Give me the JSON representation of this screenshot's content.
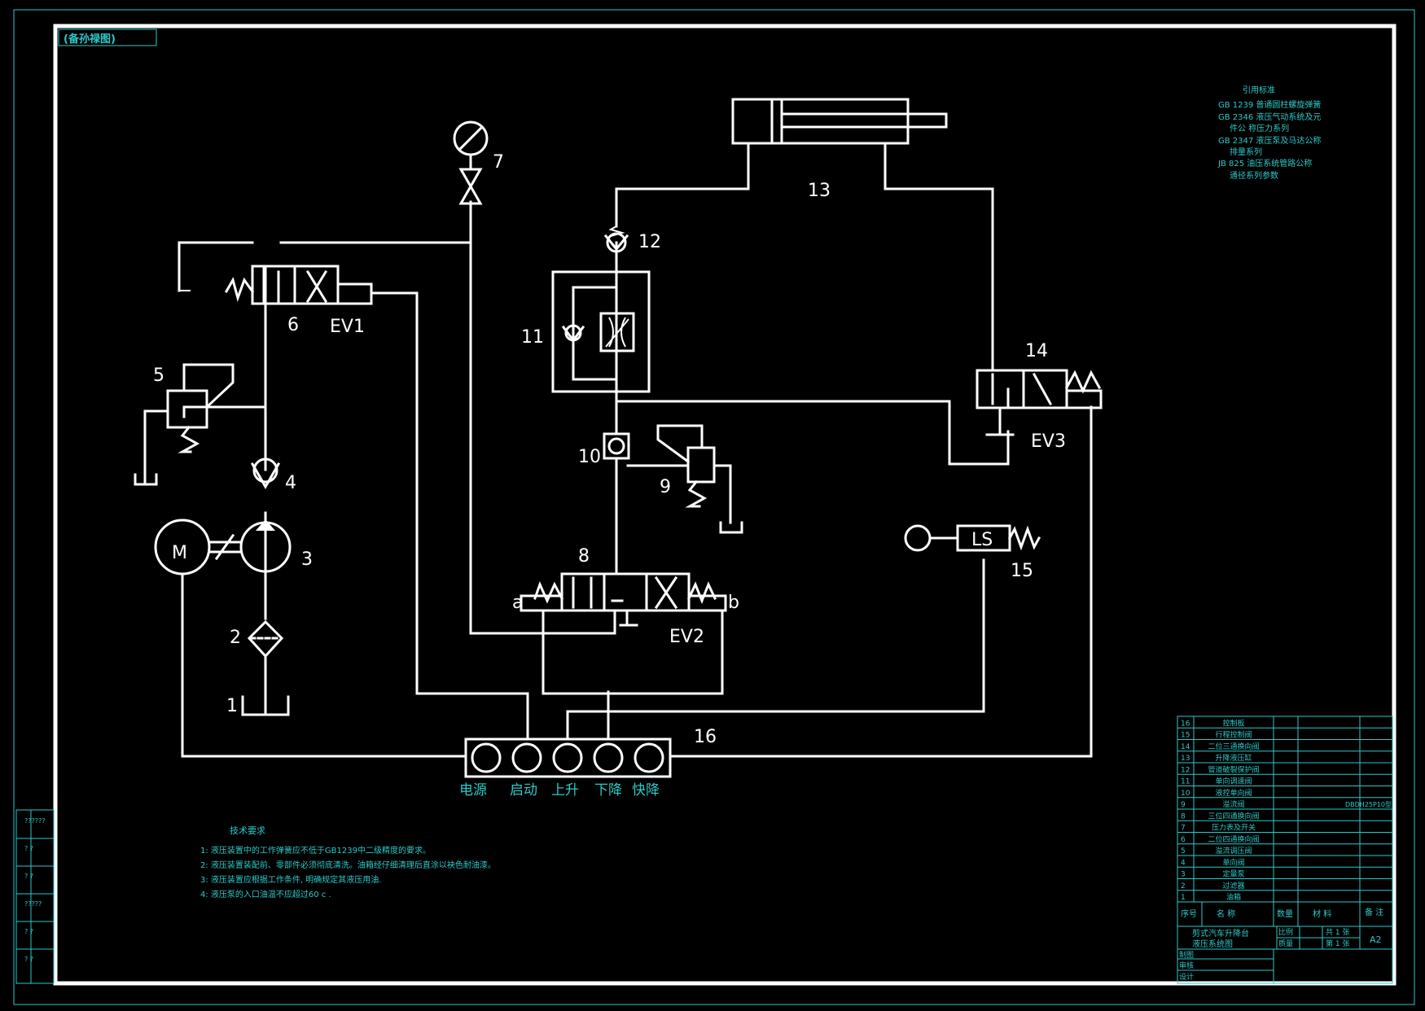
{
  "header_tag": "(备孙禄图)",
  "components": [
    {
      "no": "1",
      "label": "1"
    },
    {
      "no": "2",
      "label": "2"
    },
    {
      "no": "3",
      "label": "3"
    },
    {
      "no": "4",
      "label": "4"
    },
    {
      "no": "5",
      "label": "5"
    },
    {
      "no": "6",
      "label": "6"
    },
    {
      "no": "7",
      "label": "7"
    },
    {
      "no": "8",
      "label": "8"
    },
    {
      "no": "9",
      "label": "9"
    },
    {
      "no": "10",
      "label": "10"
    },
    {
      "no": "11",
      "label": "11"
    },
    {
      "no": "12",
      "label": "12"
    },
    {
      "no": "13",
      "label": "13"
    },
    {
      "no": "14",
      "label": "14"
    },
    {
      "no": "15",
      "label": "15"
    },
    {
      "no": "16",
      "label": "16"
    }
  ],
  "valve_tags": {
    "ev1": "EV1",
    "ev2": "EV2",
    "ev3": "EV3",
    "ls": "LS",
    "motor": "M",
    "port_a": "a",
    "port_b": "b"
  },
  "buttons": [
    "电源",
    "启动",
    "上升",
    "下降",
    "快降"
  ],
  "standards": {
    "title": "引用标准",
    "lines": [
      "GB 1239 普通圆柱螺旋弹簧",
      "GB 2346 液压气动系统及元",
      "件公 称压力系列",
      "GB 2347 液压泵及马达公称",
      "排量系列",
      "JB 825 油压系统管路公称",
      "通径系列参数"
    ]
  },
  "tech_req": {
    "title": "技术要求",
    "items": [
      "1:  液压装置中的工作弹簧应不低于GB1239中二级精度的要求。",
      "2:  液压装置装配前、零部件必须彻底清洗。油箱经仔细清理后直涂以袂色耐油漆。",
      "3:  液压装置应根据工作条件, 明确规定其液压用油.",
      "4:  液压泵的入口油温不应超过60 c ."
    ]
  },
  "bom": {
    "rows": [
      {
        "no": "16",
        "name": "控制板",
        "note": ""
      },
      {
        "no": "15",
        "name": "行程控制阀",
        "note": ""
      },
      {
        "no": "14",
        "name": "二位三通换向阀",
        "note": ""
      },
      {
        "no": "13",
        "name": "升降液压缸",
        "note": ""
      },
      {
        "no": "12",
        "name": "管道破裂保护阀",
        "note": ""
      },
      {
        "no": "11",
        "name": "单向调速阀",
        "note": ""
      },
      {
        "no": "10",
        "name": "液控单向阀",
        "note": ""
      },
      {
        "no": "9",
        "name": "溢流阀",
        "note": "DBDH25P10型"
      },
      {
        "no": "8",
        "name": "三位四通换向阀",
        "note": ""
      },
      {
        "no": "7",
        "name": "压力表及开关",
        "note": ""
      },
      {
        "no": "6",
        "name": "二位四通换向阀",
        "note": ""
      },
      {
        "no": "5",
        "name": "溢流调压阀",
        "note": ""
      },
      {
        "no": "4",
        "name": "单向阀",
        "note": ""
      },
      {
        "no": "3",
        "name": "定量泵",
        "note": ""
      },
      {
        "no": "2",
        "name": "过滤器",
        "note": ""
      },
      {
        "no": "1",
        "name": "油箱",
        "note": ""
      }
    ],
    "header": {
      "no": "序号",
      "name": "名    称",
      "qty": "数量",
      "material": "材    料",
      "note": "备 注"
    },
    "title_line1": "剪式汽车升降台",
    "title_line2": "液压系统图",
    "ratio_label": "比例",
    "sheets_total": "共 1 张",
    "weight_label": "质量",
    "sheet_no": "第 1 张",
    "size": "A2",
    "sign_rows": [
      "制图",
      "审核",
      "设计"
    ]
  },
  "side_marks": [
    "??????",
    "?    ?",
    "?    ?",
    "?????",
    "?    ?",
    "?    ?"
  ],
  "colors": {
    "line": "#ffffff",
    "annotation": "#2ec9c9",
    "background": "#000000"
  }
}
